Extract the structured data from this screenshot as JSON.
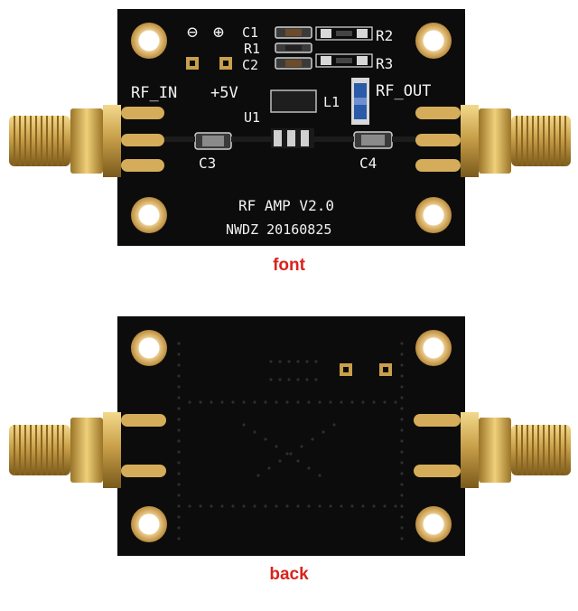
{
  "colors": {
    "pcb": "#0c0c0c",
    "gold": "#c9a04a",
    "caption": "#d8231c"
  },
  "front": {
    "caption": "font",
    "silkscreen": {
      "minus": "⊖",
      "plus": "⊕",
      "c1": "C1",
      "r1": "R1",
      "c2": "C2",
      "r2": "R2",
      "r3": "R3",
      "rf_in": "RF_IN",
      "v5": "+5V",
      "u1": "U1",
      "l1": "L1",
      "rf_out": "RF_OUT",
      "c3": "C3",
      "c4": "C4",
      "title": "RF AMP V2.0",
      "maker": "NWDZ 20160825"
    }
  },
  "back": {
    "caption": "back"
  }
}
